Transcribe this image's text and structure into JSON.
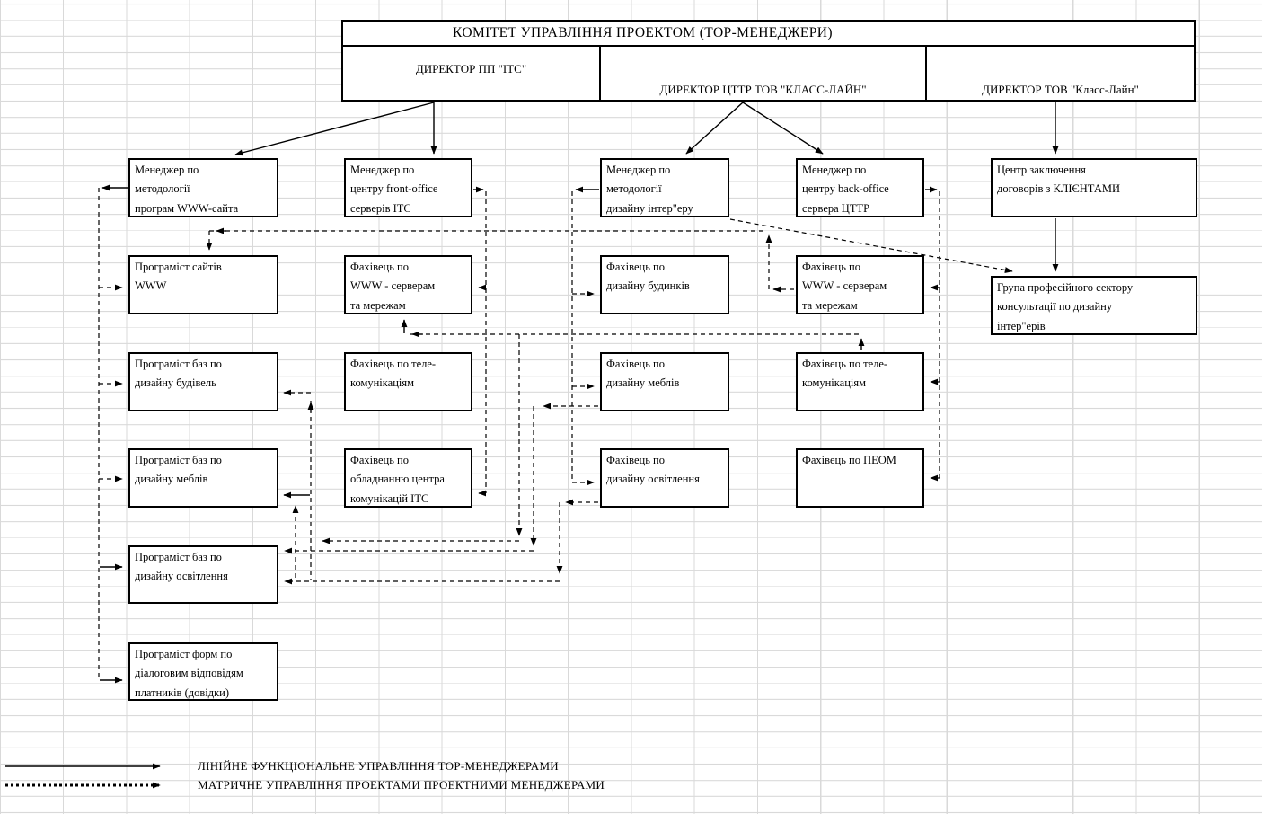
{
  "committee": {
    "title": "КОМІТЕТ УПРАВЛІННЯ ПРОЕКТОМ (ТОР-МЕНЕДЖЕРИ)"
  },
  "directors": {
    "its": "ДИРЕКТОР ПП \"ІТС\"",
    "cttr": "ДИРЕКТОР ЦТТР ТОВ \"КЛАСС-ЛАЙН\"",
    "klass": "ДИРЕКТОР ТОВ \"Класс-Лайн\""
  },
  "boxes": {
    "a1": "Менеджер по\nметодології\nпрограм WWW-сайта",
    "a2": "Менеджер по\nцентру front-office\nсерверів ІТС",
    "a3": "Менеджер по\nметодології\nдизайну інтер\"еру",
    "a4": "Менеджер по\nцентру back-office\nсервера ЦТТР",
    "a5": "Центр заключення\nдоговорів з КЛІЄНТАМИ",
    "b1": "Програміст сайтів\nWWW",
    "b2": "Фахівець по\nWWW - серверам\nта мережам",
    "b3": "Фахівець по\nдизайну будинків",
    "b4": "Фахівець по\nWWW - серверам\nта мережам",
    "b5": "Група професійного сектору\nконсультації по дизайну\nінтер\"ерів",
    "c1": "Програміст баз по\nдизайну будівель",
    "c2": "Фахівець по теле-\nкомунікаціям",
    "c3": "Фахівець по\nдизайну меблів",
    "c4": "Фахівець по теле-\nкомунікаціям",
    "d1": "Програміст баз по\nдизайну меблів",
    "d2": "Фахівець по\nобладнанню центра\nкомунікацій ІТС",
    "d3": "Фахівець по\nдизайну освітлення",
    "d4": "Фахівець по ПЕОМ",
    "e1": "Програміст баз по\nдизайну освітлення",
    "f1": "Програміст форм по\nдіалоговим відповідям\nплатників (довідки)"
  },
  "legend": {
    "solid": "ЛІНІЙНЕ ФУНКЦІОНАЛЬНЕ УПРАВЛІННЯ ТОР-МЕНЕДЖЕРАМИ",
    "dotted": "МАТРИЧНЕ УПРАВЛІННЯ ПРОЕКТАМИ ПРОЕКТНИМИ МЕНЕДЖЕРАМИ"
  },
  "colors": {
    "line": "#000000",
    "grid": "#d9d9d9",
    "background": "#ffffff"
  }
}
